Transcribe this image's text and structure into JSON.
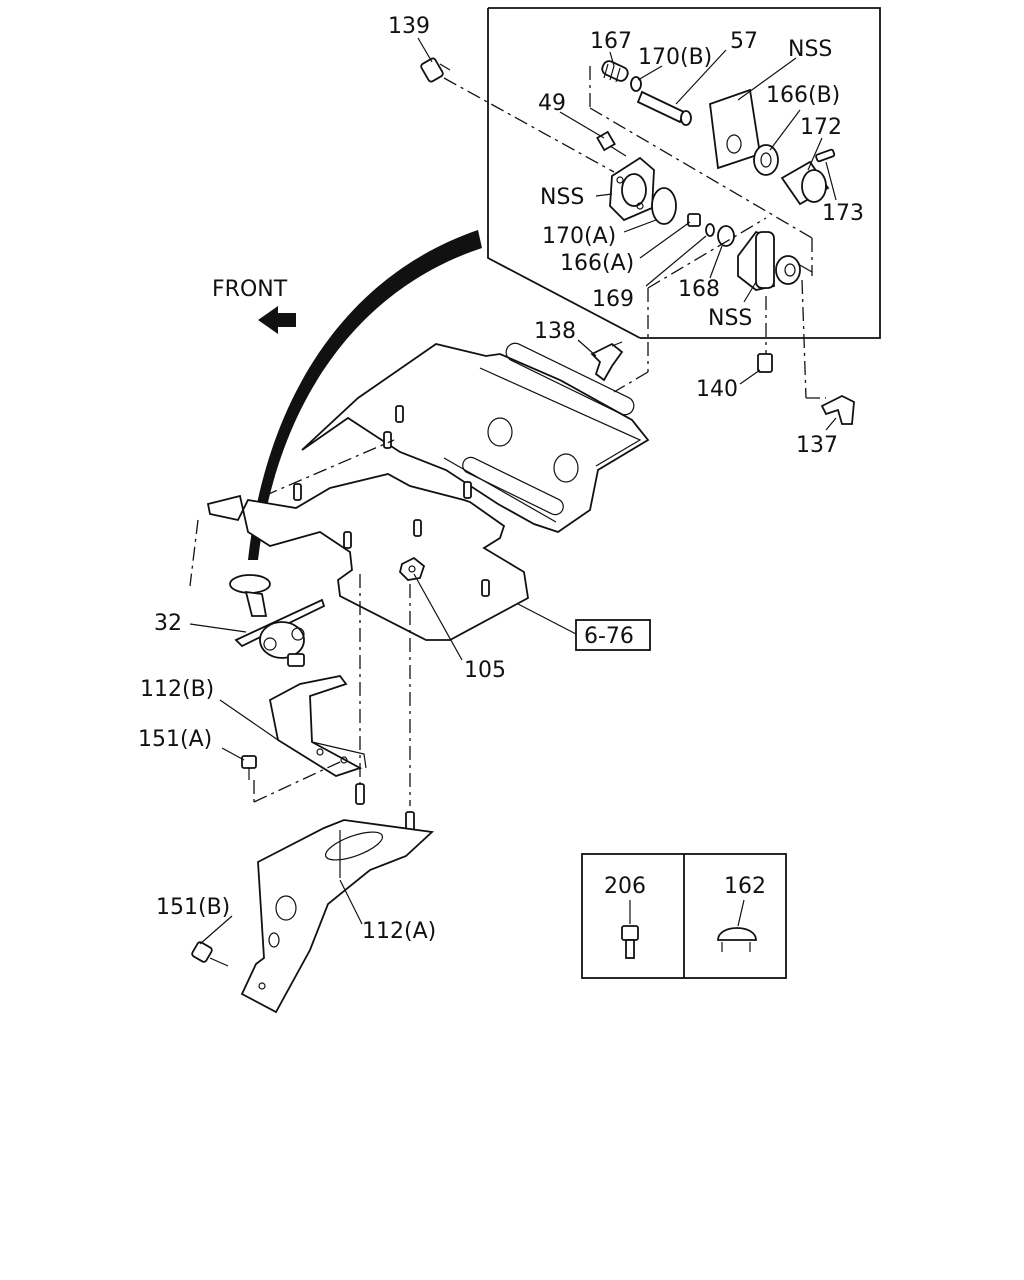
{
  "diagram": {
    "front_label": "FRONT",
    "reference_box": "6-76",
    "labels": {
      "p139": "139",
      "p167": "167",
      "p170b": "170(B)",
      "p57": "57",
      "nss_top": "NSS",
      "p49": "49",
      "p166b": "166(B)",
      "p172": "172",
      "nss_left": "NSS",
      "p173": "173",
      "p170a": "170(A)",
      "p166a": "166(A)",
      "p169": "169",
      "p168": "168",
      "nss_bottom": "NSS",
      "p138": "138",
      "p140": "140",
      "p137": "137",
      "p32": "32",
      "p105": "105",
      "p112b": "112(B)",
      "p151a": "151(A)",
      "p151b": "151(B)",
      "p112a": "112(A)",
      "p206": "206",
      "p162": "162"
    }
  }
}
